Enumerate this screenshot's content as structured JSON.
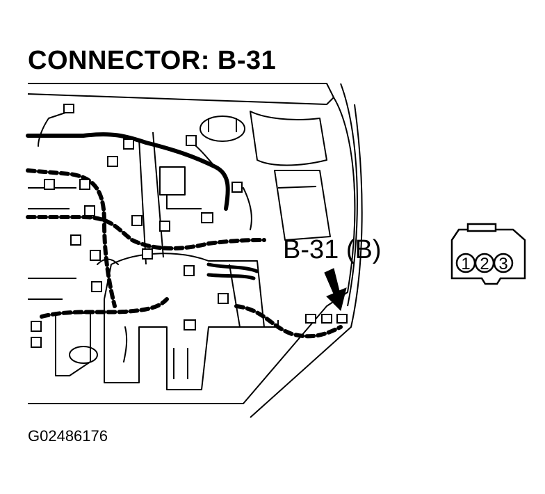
{
  "title": "CONNECTOR: B-31",
  "callout": "B-31 (B)",
  "figure_code": "G02486176",
  "connector": {
    "pins": [
      "1",
      "2",
      "3"
    ]
  },
  "colors": {
    "ink": "#000000",
    "paper": "#ffffff"
  }
}
